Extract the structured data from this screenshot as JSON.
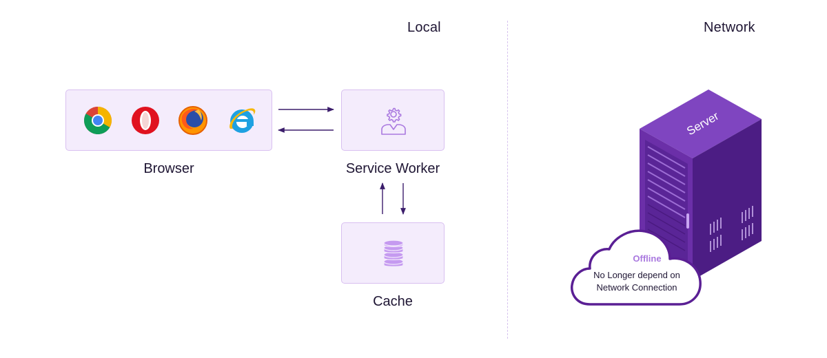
{
  "sections": {
    "local": "Local",
    "network": "Network"
  },
  "nodes": {
    "browser": "Browser",
    "service_worker": "Service Worker",
    "cache": "Cache",
    "server": "Server"
  },
  "cloud": {
    "title": "Offline",
    "line1": "No Longer depend on",
    "line2": "Network Connection"
  },
  "browser_icons": [
    "chrome-icon",
    "opera-icon",
    "firefox-icon",
    "internet-explorer-icon"
  ],
  "colors": {
    "box_fill": "#f4ecfc",
    "box_border": "#d8bff0",
    "accent": "#a978df",
    "arrow": "#3b1d6b",
    "server": "#6b2fa8",
    "server_side": "#4c1d84",
    "server_top": "#7f45c0",
    "cloud_border": "#5a1f94"
  }
}
